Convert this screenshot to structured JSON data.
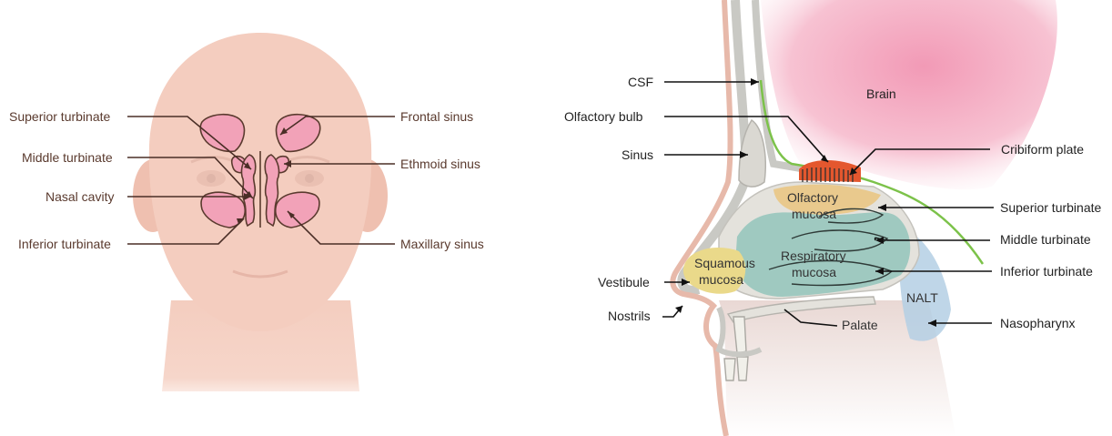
{
  "front_view": {
    "labels": {
      "superior_turbinate": "Superior turbinate",
      "middle_turbinate": "Middle turbinate",
      "nasal_cavity": "Nasal cavity",
      "inferior_turbinate": "Inferior turbinate",
      "frontal_sinus": "Frontal sinus",
      "ethmoid_sinus": "Ethmoid sinus",
      "maxillary_sinus": "Maxillary sinus"
    }
  },
  "side_view": {
    "labels": {
      "csf": "CSF",
      "olfactory_bulb": "Olfactory bulb",
      "sinus": "Sinus",
      "vestibule": "Vestibule",
      "nostrils": "Nostrils",
      "brain": "Brain",
      "cribriform_plate": "Cribiform plate",
      "superior_turbinate": "Superior turbinate",
      "middle_turbinate": "Middle turbinate",
      "inferior_turbinate": "Inferior turbinate",
      "nasopharynx": "Nasopharynx",
      "olfactory_mucosa_line1": "Olfactory",
      "olfactory_mucosa_line2": "mucosa",
      "respiratory_mucosa_line1": "Respiratory",
      "respiratory_mucosa_line2": "mucosa",
      "squamous_mucosa_line1": "Squamous",
      "squamous_mucosa_line2": "mucosa",
      "nalt": "NALT",
      "palate": "Palate"
    }
  },
  "colors": {
    "skin": "#f4cdbf",
    "sinus_pink": "#f2a2b8",
    "brain_pink": "#f7bfd0",
    "cribriform_orange": "#e4572e",
    "olfactory_gold": "#e9c98d",
    "respiratory_teal": "#9fc9c0",
    "squamous_yellow": "#ead98a",
    "nalt_blue": "#b4cfe4",
    "csf_green": "#7cc24a"
  }
}
